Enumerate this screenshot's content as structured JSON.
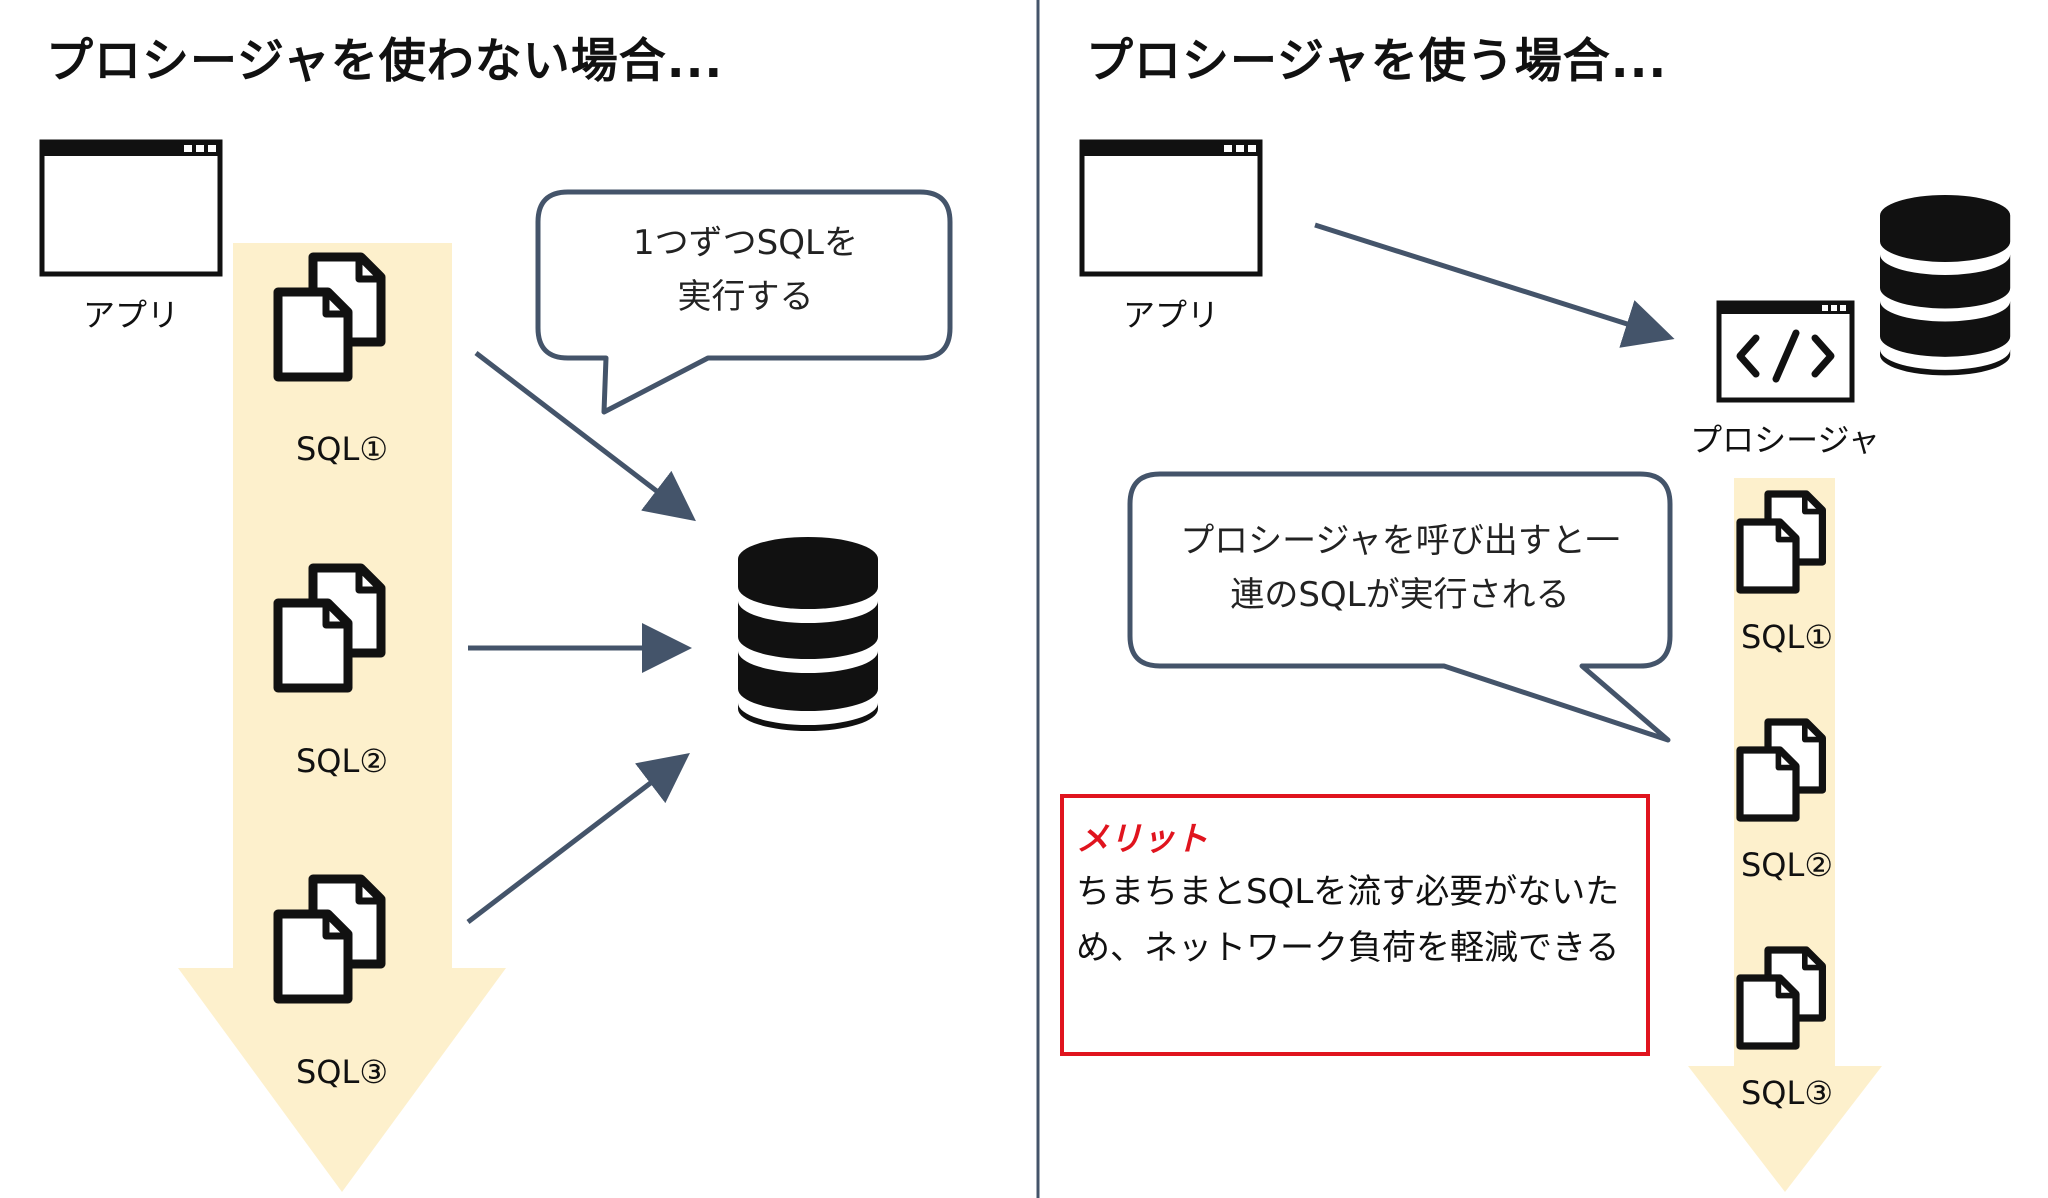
{
  "left_panel": {
    "heading": "プロシージャを使わない場合...",
    "app_label": "アプリ",
    "sql_labels": [
      "SQL①",
      "SQL②",
      "SQL③"
    ],
    "bubble_lines": [
      "1つずつSQLを",
      "実行する"
    ]
  },
  "right_panel": {
    "heading": "プロシージャを使う場合...",
    "app_label": "アプリ",
    "procedure_label": "プロシージャ",
    "procedure_icon": "code-icon",
    "sql_labels": [
      "SQL①",
      "SQL②",
      "SQL③"
    ],
    "bubble_lines": [
      "プロシージャを呼び出すと一",
      "連のSQLが実行される"
    ],
    "merit": {
      "title": "メリット",
      "body": "ちまちまとSQLを流す必要がないため、ネットワーク負荷を軽減できる"
    }
  },
  "colors": {
    "flow_band": "#fdf0cc",
    "arrow": "#44546a",
    "divider": "#44546a",
    "merit_border": "#e0141e",
    "icon": "#111111"
  }
}
